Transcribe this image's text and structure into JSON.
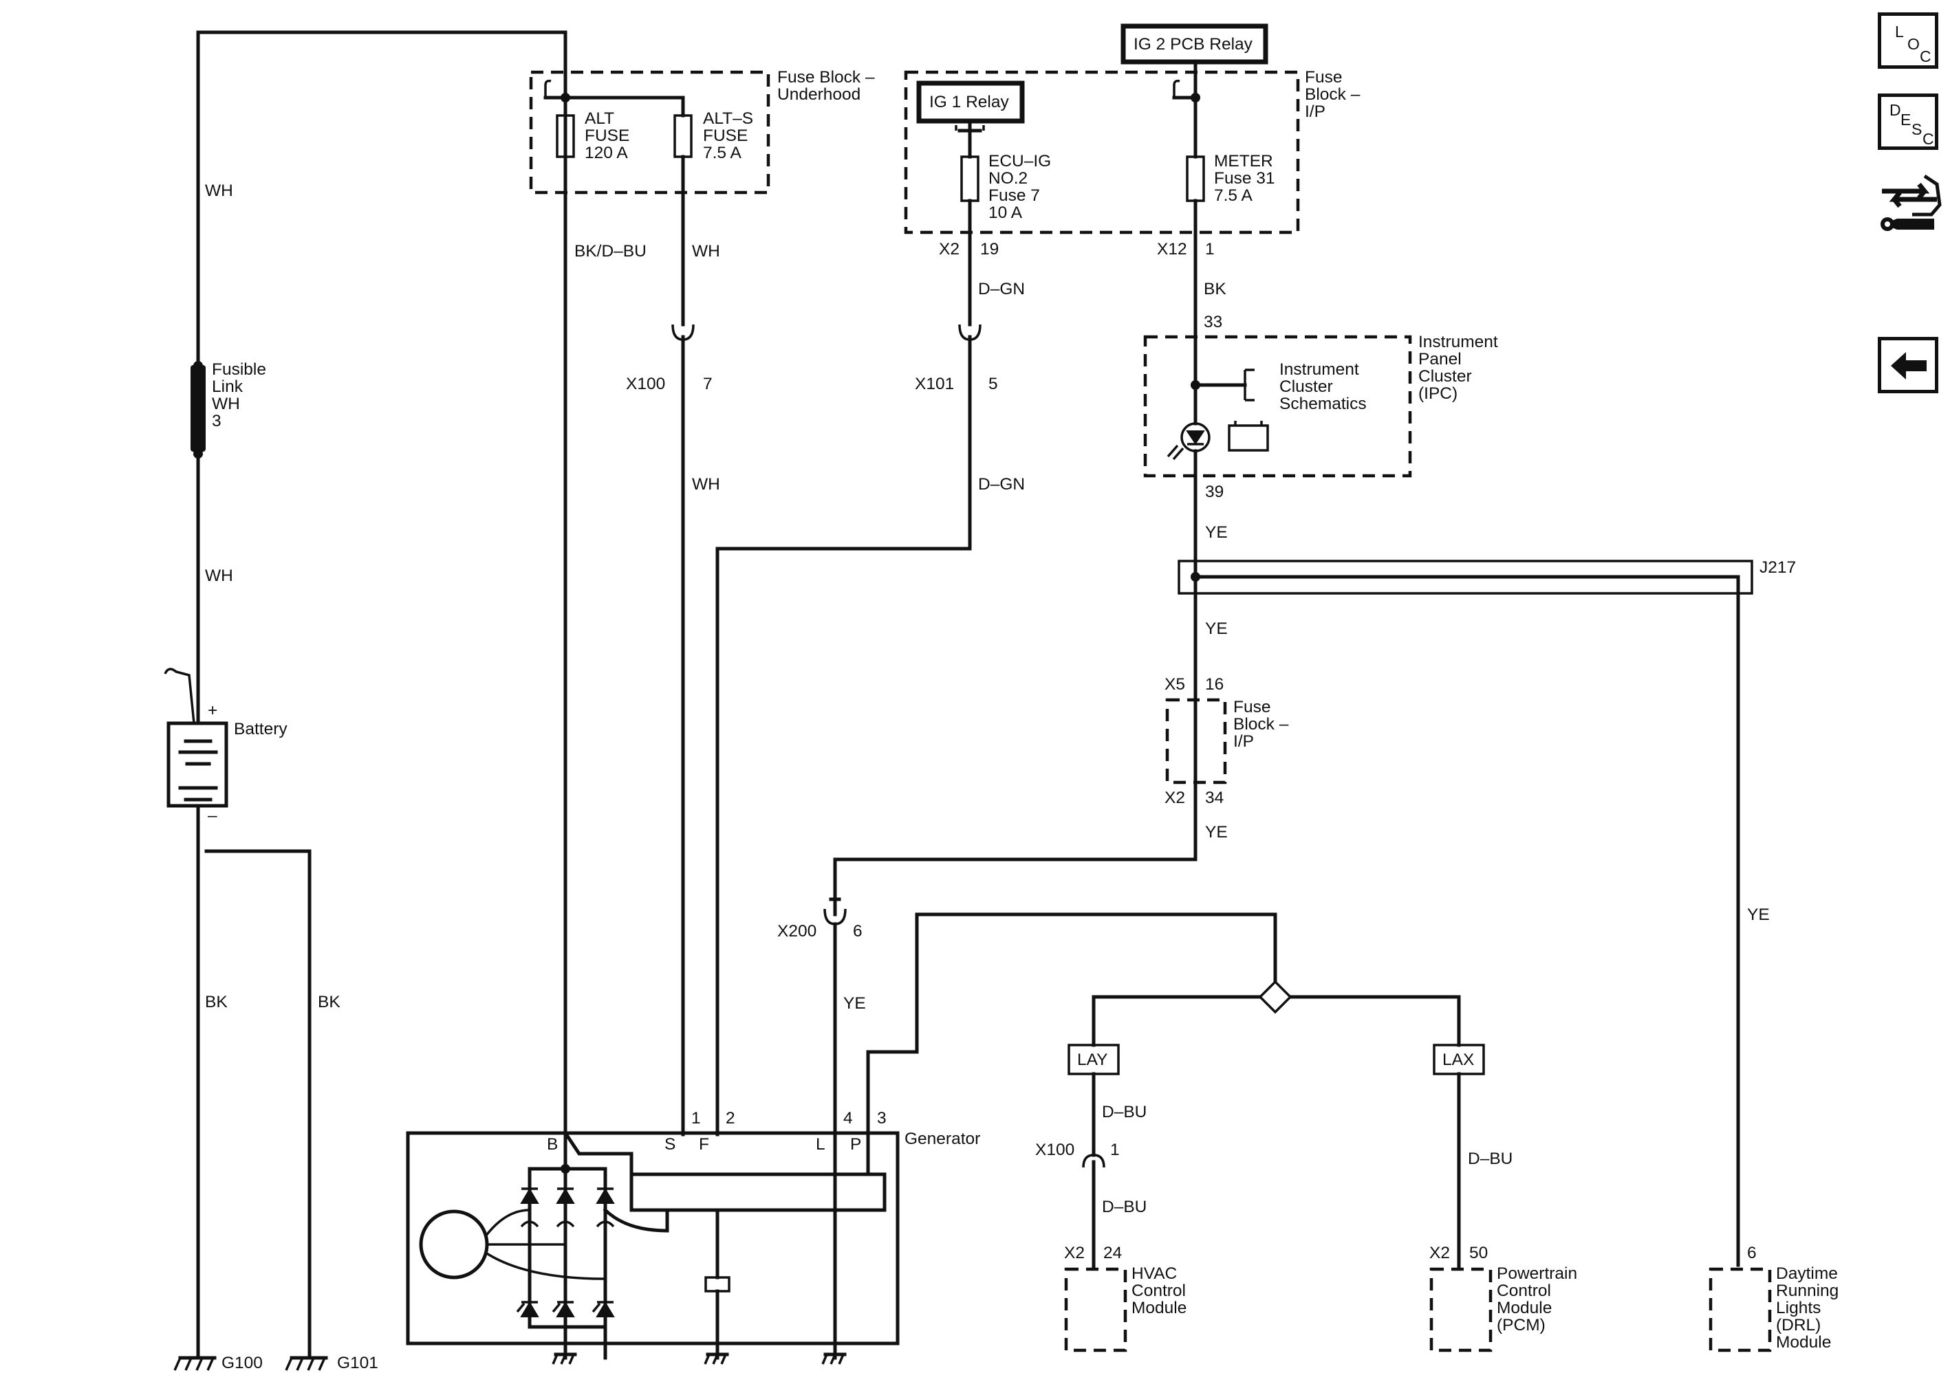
{
  "fuse_block_underhood": {
    "label1": "Fuse Block –",
    "label2": "Underhood"
  },
  "alt_fuse": {
    "l1": "ALT",
    "l2": "FUSE",
    "l3": "120 A"
  },
  "alts_fuse": {
    "l1": "ALT–S",
    "l2": "FUSE",
    "l3": "7.5 A"
  },
  "ig2_relay": "IG 2 PCB Relay",
  "ig1_relay": "IG 1 Relay",
  "fuse_block_ip_top": {
    "l1": "Fuse",
    "l2": "Block –",
    "l3": "I/P"
  },
  "ecu_fuse": {
    "l1": "ECU–IG",
    "l2": "NO.2",
    "l3": "Fuse 7",
    "l4": "10 A"
  },
  "meter_fuse": {
    "l1": "METER",
    "l2": "Fuse 31",
    "l3": "7.5 A"
  },
  "connectors": {
    "x2_top": "X2",
    "x2_top_pin": "19",
    "x12": "X12",
    "x12_pin": "1",
    "x100_mid": "X100",
    "x100_mid_pin": "7",
    "x101": "X101",
    "x101_pin": "5",
    "ipc_pin_in": "33",
    "ipc_pin_out": "39",
    "x5": "X5",
    "x5_pin": "16",
    "x2_mid": "X2",
    "x2_mid_pin": "34",
    "x200": "X200",
    "x200_pin": "6",
    "x100_low": "X100",
    "x100_low_pin": "1",
    "x2_hvac": "X2",
    "x2_hvac_pin": "24",
    "x2_pcm": "X2",
    "x2_pcm_pin": "50",
    "drl_pin": "6"
  },
  "wires": {
    "wh_top": "WH",
    "wh_mid": "WH",
    "bkdbu": "BK/D–BU",
    "wh_s": "WH",
    "wh_s2": "WH",
    "dgn1": "D–GN",
    "dgn2": "D–GN",
    "bk_ipc": "BK",
    "ye1": "YE",
    "ye2": "YE",
    "ye3": "YE",
    "ye4": "YE",
    "ye_drl": "YE",
    "bk_g100": "BK",
    "bk_g101": "BK",
    "dbu1": "D–BU",
    "dbu2": "D–BU",
    "dbu3": "D–BU"
  },
  "fusible_link": {
    "l1": "Fusible",
    "l2": "Link",
    "l3": "WH",
    "l4": "3"
  },
  "battery": {
    "label": "Battery",
    "plus": "+",
    "minus": "–"
  },
  "ipc": {
    "l1": "Instrument",
    "l2": "Panel",
    "l3": "Cluster",
    "l4": "(IPC)",
    "ref1": "Instrument",
    "ref2": "Cluster",
    "ref3": "Schematics",
    "batt": "–  +"
  },
  "splice": "J217",
  "fuse_block_ip_low": {
    "l1": "Fuse",
    "l2": "Block –",
    "l3": "I/P"
  },
  "generator": {
    "label": "Generator",
    "pin1": "1",
    "pin2": "2",
    "pin4": "4",
    "pin3": "3",
    "t_b": "B",
    "t_s": "S",
    "t_f": "F",
    "t_l": "L",
    "t_p": "P"
  },
  "grounds": {
    "g100": "G100",
    "g101": "G101"
  },
  "data_links": {
    "lay": "LAY",
    "lax": "LAX"
  },
  "modules": {
    "hvac": {
      "l1": "HVAC",
      "l2": "Control",
      "l3": "Module"
    },
    "pcm": {
      "l1": "Powertrain",
      "l2": "Control",
      "l3": "Module",
      "l4": "(PCM)"
    },
    "drl": {
      "l1": "Daytime",
      "l2": "Running",
      "l3": "Lights",
      "l4": "(DRL)",
      "l5": "Module"
    }
  },
  "nav": {
    "loc": {
      "a": "L",
      "b": "O",
      "c": "C"
    },
    "desc": {
      "a": "D",
      "b": "E",
      "c": "S",
      "d": "C"
    },
    "icons": [
      "connector-icon",
      "back-arrow-icon"
    ]
  }
}
